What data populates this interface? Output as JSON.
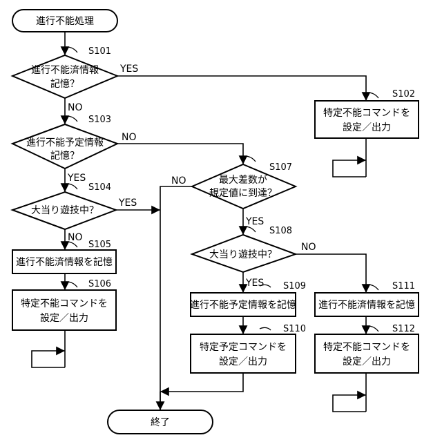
{
  "terminals": {
    "start": "進行不能処理",
    "end": "終了"
  },
  "steps": {
    "s101": {
      "id": "S101",
      "line1": "進行不能済情報",
      "line2": "記憶？"
    },
    "s102": {
      "id": "S102",
      "line1": "特定不能コマンドを",
      "line2": "設定／出力"
    },
    "s103": {
      "id": "S103",
      "line1": "進行不能予定情報",
      "line2": "記憶？"
    },
    "s104": {
      "id": "S104",
      "line1": "大当り遊技中？"
    },
    "s105": {
      "id": "S105",
      "line1": "進行不能済情報を記憶"
    },
    "s106": {
      "id": "S106",
      "line1": "特定不能コマンドを",
      "line2": "設定／出力"
    },
    "s107": {
      "id": "S107",
      "line1": "最大差数が",
      "line2": "規定値に到達？"
    },
    "s108": {
      "id": "S108",
      "line1": "大当り遊技中？"
    },
    "s109": {
      "id": "S109",
      "line1": "進行不能予定情報を記憶"
    },
    "s110": {
      "id": "S110",
      "line1": "特定予定コマンドを",
      "line2": "設定／出力"
    },
    "s111": {
      "id": "S111",
      "line1": "進行不能済情報を記憶"
    },
    "s112": {
      "id": "S112",
      "line1": "特定不能コマンドを",
      "line2": "設定／出力"
    }
  },
  "branches": {
    "yes": "YES",
    "no": "NO"
  }
}
